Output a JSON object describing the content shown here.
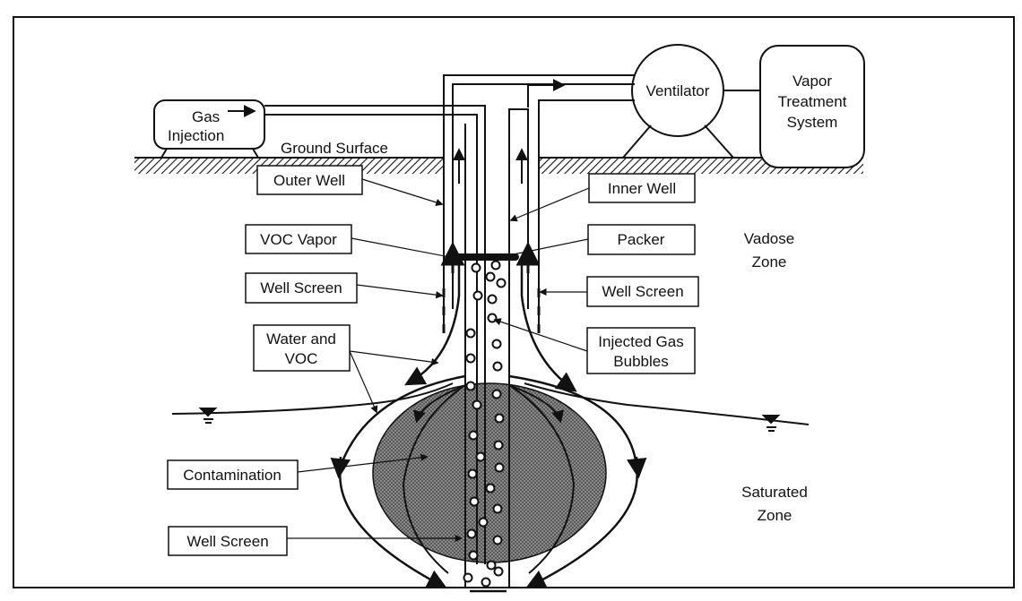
{
  "labels": {
    "gas_injection": [
      "Gas",
      "Injection"
    ],
    "ground_surface": "Ground Surface",
    "ventilator": "Ventilator",
    "vapor_treatment": [
      "Vapor",
      "Treatment",
      "System"
    ],
    "outer_well": "Outer Well",
    "inner_well": "Inner Well",
    "voc_vapor": "VOC Vapor",
    "packer": "Packer",
    "vadose_zone": [
      "Vadose",
      "Zone"
    ],
    "well_screen_left": "Well Screen",
    "well_screen_right": "Well Screen",
    "water_and_voc": [
      "Water and",
      "VOC"
    ],
    "injected_gas_bubbles": [
      "Injected Gas",
      "Bubbles"
    ],
    "contamination": "Contamination",
    "saturated_zone": [
      "Saturated",
      "Zone"
    ],
    "well_screen_bottom": "Well Screen"
  }
}
